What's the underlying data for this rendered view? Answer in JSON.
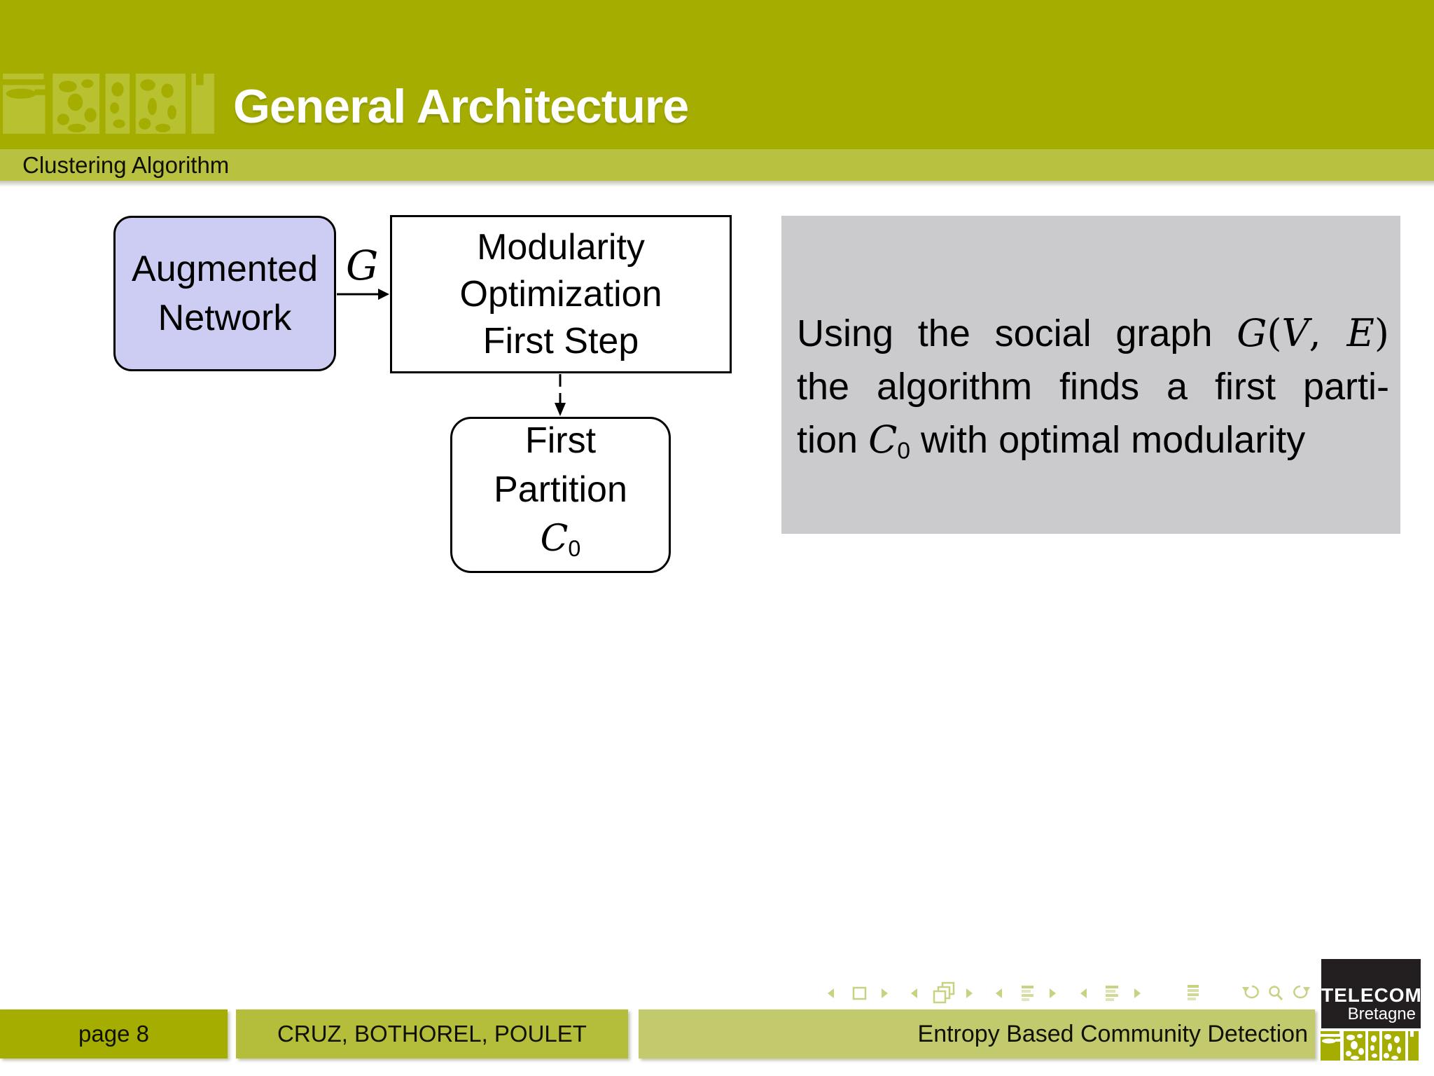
{
  "header": {
    "title": "General Architecture",
    "subtitle": "Clustering Algorithm"
  },
  "diagram": {
    "augmented": {
      "line1": "Augmented",
      "line2": "Network"
    },
    "modularity": {
      "line1": "Modularity",
      "line2": "Optimization",
      "line3": "First Step"
    },
    "partition": {
      "line1": "First",
      "line2": "Partition",
      "symbol": "C",
      "subscript": "0"
    },
    "edge_label": "G"
  },
  "emph": {
    "lines": [
      {
        "parts": [
          {
            "t": "Using the social graph ",
            "s": "sans"
          },
          {
            "t": "G",
            "s": "mi"
          },
          {
            "t": "(",
            "s": "mo"
          },
          {
            "t": "V",
            "s": "mi"
          },
          {
            "t": ", ",
            "s": "mo"
          },
          {
            "t": "E",
            "s": "mi"
          },
          {
            "t": ")",
            "s": "mo"
          }
        ]
      },
      {
        "parts": [
          {
            "t": "the algorithm finds a first parti-",
            "s": "sans"
          }
        ]
      },
      {
        "parts": [
          {
            "t": "tion ",
            "s": "sans"
          },
          {
            "t": "C",
            "s": "mathcal"
          },
          {
            "t": "0",
            "s": "msub"
          },
          {
            "t": " with optimal modularity",
            "s": "sans"
          }
        ]
      }
    ]
  },
  "footer": {
    "page": "page 8",
    "authors": "CRUZ, BOTHOREL, POULET",
    "title": "Entropy Based Community Detection"
  },
  "logo": {
    "line1": "TELECOM",
    "line2": "Bretagne"
  },
  "nav": {
    "items": [
      "prev-slide",
      "slide",
      "next-slide",
      "prev-frame",
      "frame",
      "next-frame",
      "prev-subsection",
      "subsection",
      "next-subsection",
      "prev-section",
      "section",
      "next-section",
      "presentation",
      "back",
      "search",
      "forward"
    ]
  },
  "colors": {
    "header_olive": "#a5ae00",
    "subbar_olive": "#b9c240",
    "footer_mid": "#b4be3a",
    "footer_light": "#c3ca6e",
    "nav_green": "#c9d183",
    "lavender": "#cdccf3",
    "gray_block": "#cbcacd",
    "logo_black": "#231f20",
    "watermark_green": "#b8c130",
    "white": "#ffffff"
  }
}
